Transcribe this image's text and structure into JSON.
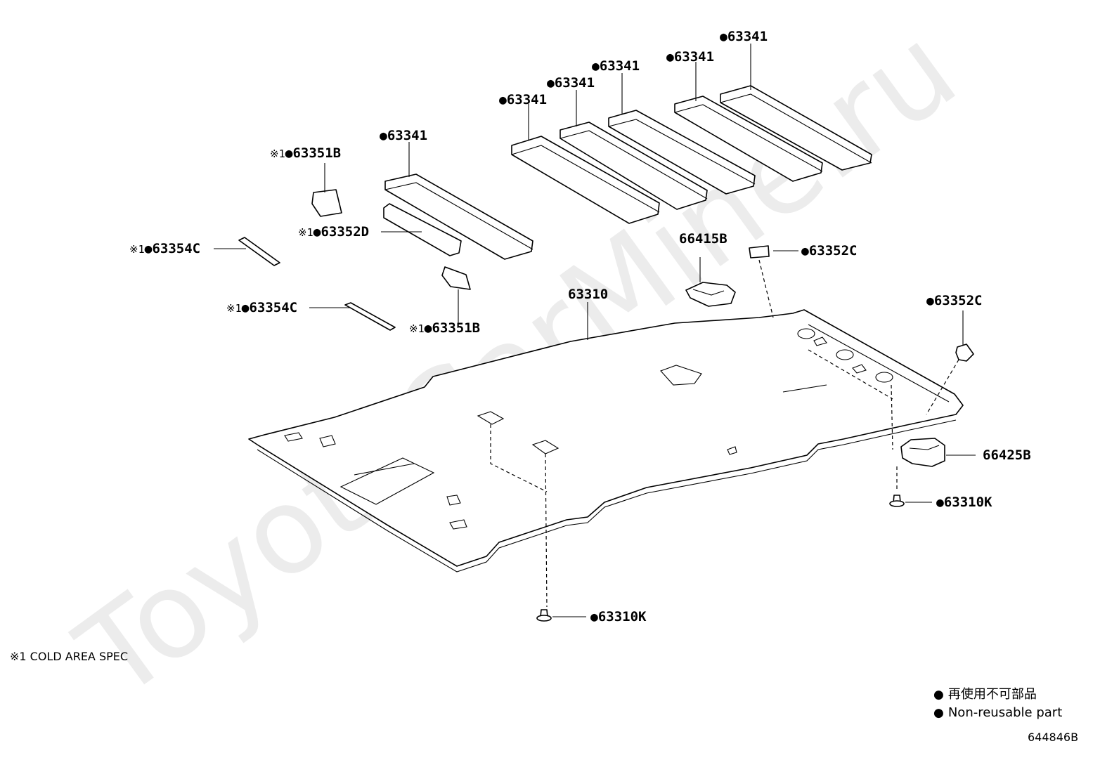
{
  "watermark": "ToyotaCarMine.ru",
  "callouts": {
    "bar1": "63341",
    "bar2": "63341",
    "bar3": "63341",
    "bar4": "63341",
    "bar5": "63341",
    "bar6": "63341",
    "pad_top": "63351B",
    "pad_bottom": "63351B",
    "strip_d": "63352D",
    "strip_c_top": "63354C",
    "strip_c_bottom": "63354C",
    "headliner": "63310",
    "handle_front": "66415B",
    "pad_c_top": "63352C",
    "pad_c_right": "63352C",
    "handle_rear": "66425B",
    "clip_right": "63310K",
    "clip_bottom": "63310K"
  },
  "marks": {
    "bullet": "●",
    "cold_mark": "※1"
  },
  "note": "※1 COLD AREA SPEC",
  "legend": {
    "line1": "再使用不可部品",
    "line2": "Non-reusable part"
  },
  "diagram_code": "644846B"
}
